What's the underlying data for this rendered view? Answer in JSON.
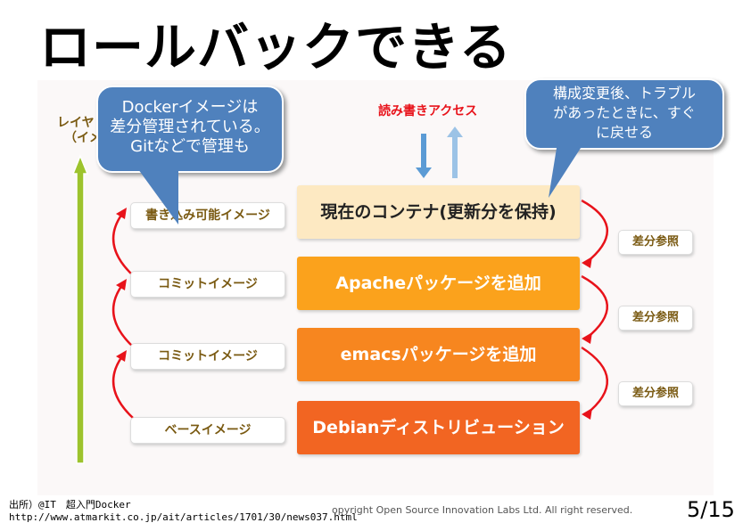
{
  "title": "ロールバックできる",
  "access_label": "読み書きアクセス",
  "layer_label": [
    "レイヤ",
    "（イメ"
  ],
  "left_labels": [
    "書き込み可能イメージ",
    "コミットイメージ",
    "コミットイメージ",
    "ベースイメージ"
  ],
  "layers": [
    {
      "label": "現在のコンテナ(更新分を保持)",
      "color": "#fde9c2",
      "text_color": "#222222"
    },
    {
      "label": "Apacheパッケージを追加",
      "color": "#fba21c",
      "text_color": "#ffffff"
    },
    {
      "label": "emacsパッケージを追加",
      "color": "#f7861f",
      "text_color": "#ffffff"
    },
    {
      "label": "Debianディストリビューション",
      "color": "#f26522",
      "text_color": "#ffffff"
    }
  ],
  "diff_labels": [
    "差分参照",
    "差分参照",
    "差分参照"
  ],
  "callout_left": [
    "Dockerイメージは",
    "差分管理されている。",
    "Gitなどで管理も"
  ],
  "callout_right": [
    "構成変更後、トラブル",
    "があったときに、すぐ",
    "に戻せる"
  ],
  "footer": {
    "source_line1": "出所）@IT　超入門Docker",
    "source_line2": "http://www.atmarkit.co.jp/ait/articles/1701/30/news037.html",
    "copyright": "opyright Open Source Innovation Labs Ltd. All right reserved.",
    "page": "5/15"
  }
}
